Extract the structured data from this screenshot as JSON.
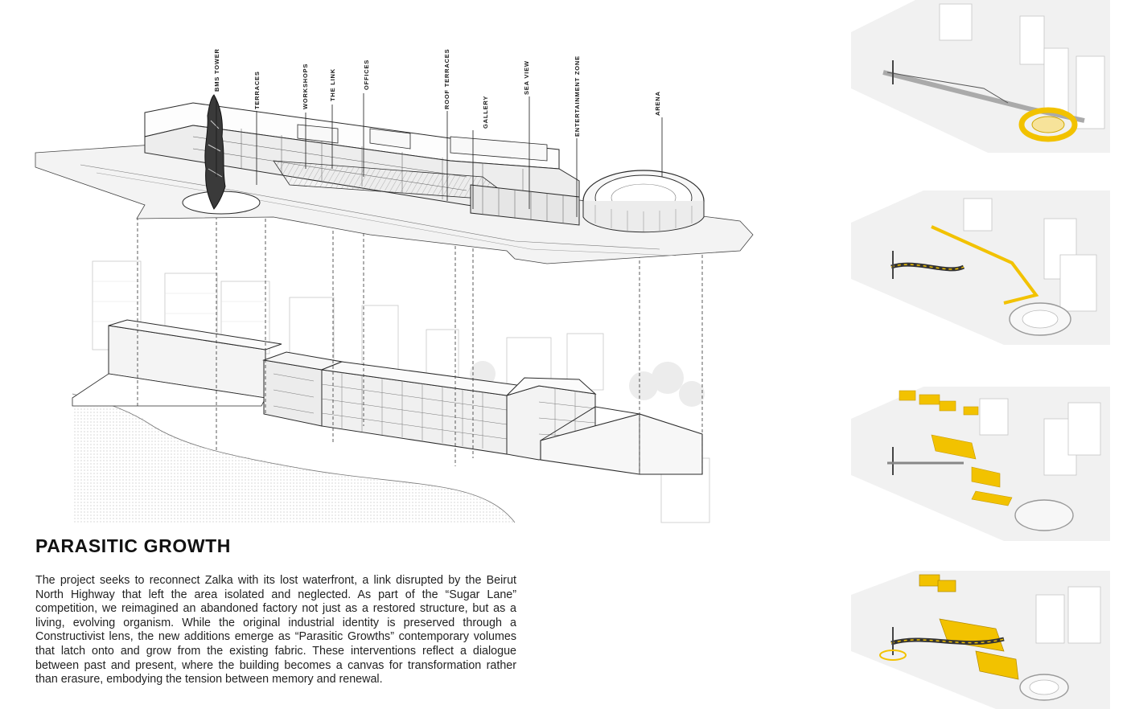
{
  "labels": {
    "bms_tower": "BMS TOWER",
    "terraces": "TERRACES",
    "workshops": "WORKSHOPS",
    "the_link": "THE LINK",
    "offices": "OFFICES",
    "roof_terraces": "ROOF TERRACES",
    "gallery": "GALLERY",
    "sea_view": "SEA VIEW",
    "entertainment_zone": "ENTERTAINMENT ZONE",
    "arena": "ARENA"
  },
  "title": "PARASITIC GROWTH",
  "description": "The project seeks to reconnect Zalka with its lost waterfront, a link disrupted by the Beirut North Highway that left the area isolated and neglected. As part of the “Sugar Lane” competition, we reimagined an abandoned factory not just as a restored structure, but as a living, evolving organism. While the original industrial identity is preserved through a Constructivist lens, the new additions emerge as “Parasitic Growths” contemporary volumes that latch onto and grow from the existing fabric. These interventions reflect a dialogue between past and present, where the building becomes a canvas for transformation rather than erasure, embodying the tension between memory and renewal.",
  "colors": {
    "accent_yellow": "#f2c200",
    "line": "#2a2a2a",
    "light_grey": "#d9d9d9"
  }
}
